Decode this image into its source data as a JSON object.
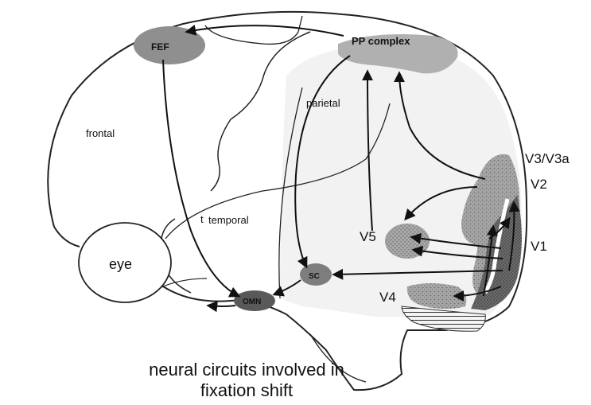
{
  "labels": {
    "fef": "FEF",
    "pp_complex": "PP complex",
    "frontal": "frontal",
    "parietal": "parietal",
    "temporal": "temporal",
    "temporal_prefix": "t",
    "eye": "eye",
    "v3": "V3/V3a",
    "v2": "V2",
    "v1": "V1",
    "v5": "V5",
    "v4": "V4",
    "sc": "SC",
    "omn": "OMN"
  },
  "caption": {
    "line1": "neural circuits involved in",
    "line2": "fixation shift"
  },
  "colors": {
    "outline": "#222222",
    "region_fill": "#9a9a9a",
    "dark_region": "#555555",
    "parietal_shade": "#f1f1f1"
  }
}
